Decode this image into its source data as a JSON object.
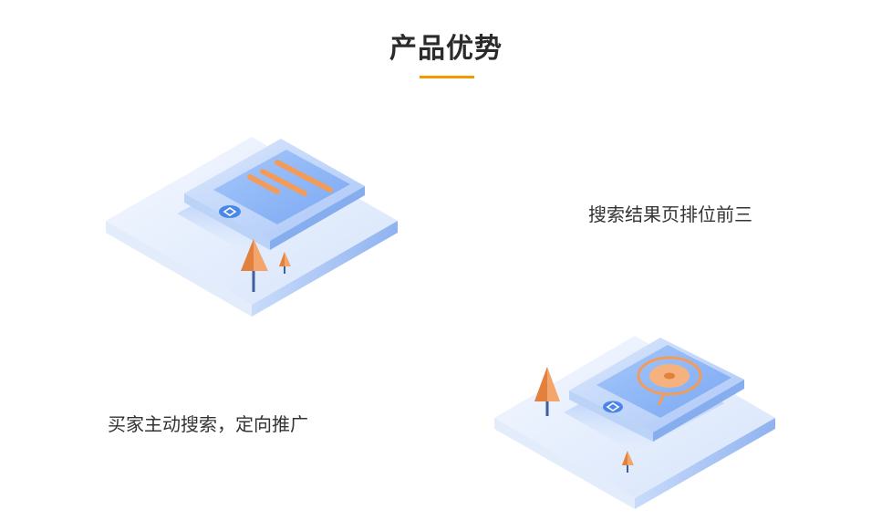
{
  "section": {
    "title": "产品优势",
    "accent_color": "#f39800"
  },
  "features": [
    {
      "text": "搜索结果页排位前三",
      "icon": "search-ranking-illustration"
    },
    {
      "text": "买家主动搜索，定向推广",
      "icon": "targeted-search-illustration"
    }
  ]
}
